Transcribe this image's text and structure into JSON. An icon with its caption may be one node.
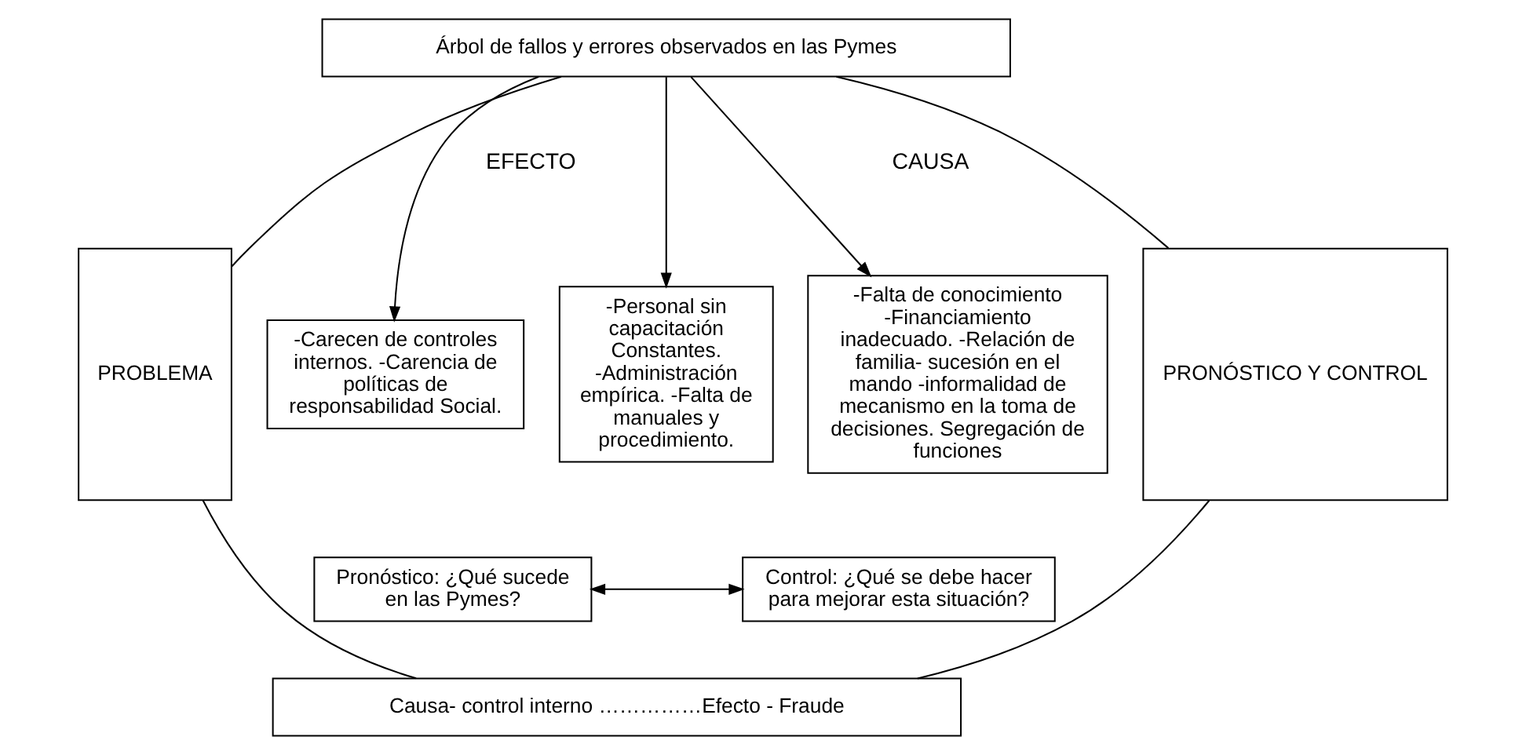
{
  "diagram": {
    "nodes": [
      {
        "text": [
          "Árbol de fallos y errores observados en las Pymes"
        ]
      },
      {
        "text": [
          "PROBLEMA"
        ]
      },
      {
        "text": [
          "PRONÓSTICO Y CONTROL"
        ]
      },
      {
        "text": [
          "-Carecen de controles internos. -Carencia de políticas de responsabilidad Social."
        ]
      },
      {
        "text": [
          "-Personal sin capacitación Constantes. -Administración empírica. -Falta de manuales y procedimiento."
        ]
      },
      {
        "text": [
          "-Falta de conocimiento -Financiamiento inadecuado. -Relación de familia- sucesión en el mando -informalidad de mecanismo en la toma de decisiones. Segregación de funciones"
        ]
      },
      {
        "text": [
          "Pronóstico: ¿Qué sucede en las Pymes?"
        ]
      },
      {
        "text": [
          "Control: ¿Qué se debe hacer para mejorar esta situación?"
        ]
      },
      {
        "text": [
          "Causa- control interno ……………Efecto - Fraude"
        ]
      }
    ],
    "edges": [
      {
        "from": 0,
        "to": 3,
        "arrow": "to"
      },
      {
        "from": 0,
        "to": 4,
        "arrow": "to"
      },
      {
        "from": 0,
        "to": 5,
        "arrow": "to"
      },
      {
        "from": 6,
        "to": 7,
        "arrow": "both"
      },
      {
        "from": 0,
        "to": 1,
        "arrow": "none"
      },
      {
        "from": 0,
        "to": 2,
        "arrow": "none"
      },
      {
        "from": 1,
        "to": 8,
        "arrow": "none"
      },
      {
        "from": 2,
        "to": 8,
        "arrow": "none"
      }
    ],
    "labels": [
      "EFECTO",
      "CAUSA"
    ]
  }
}
